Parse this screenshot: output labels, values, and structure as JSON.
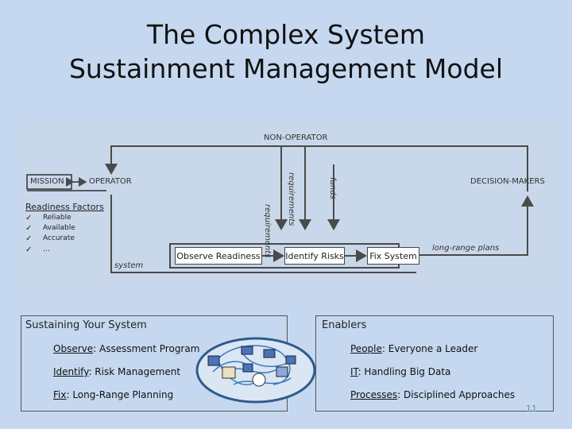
{
  "title": {
    "line1": "The Complex System",
    "line2": "Sustainment Management Model"
  },
  "diagram": {
    "non_operator": "NON-OPERATOR",
    "mission": "MISSION",
    "operator": "OPERATOR",
    "decision_makers": "DECISION-MAKERS",
    "arrow_label_1": "requirements",
    "arrow_label_2": "requirements",
    "arrow_label_3": "funds",
    "long_range_plans": "long-range plans",
    "system": "system",
    "boxes": {
      "observe": "Observe Readiness",
      "identify": "Identify Risks",
      "fix": "Fix System"
    },
    "line_color": "#4a4a4a"
  },
  "readiness": {
    "title": "Readiness Factors",
    "items": [
      "Reliable",
      "Available",
      "Accurate",
      "…"
    ],
    "check": "✓"
  },
  "sustaining": {
    "title": "Sustaining Your System",
    "items": [
      {
        "key": "Observe",
        "value": ": Assessment Program"
      },
      {
        "key": "Identify",
        "value": ": Risk Management"
      },
      {
        "key": "Fix",
        "value": ": Long-Range Planning"
      }
    ]
  },
  "enablers": {
    "title": "Enablers",
    "items": [
      {
        "key": "People",
        "value": ": Everyone a Leader"
      },
      {
        "key": "IT",
        "value": ": Handling Big Data"
      },
      {
        "key": "Processes",
        "value": ": Disciplined Approaches"
      }
    ]
  },
  "page_number": "11"
}
